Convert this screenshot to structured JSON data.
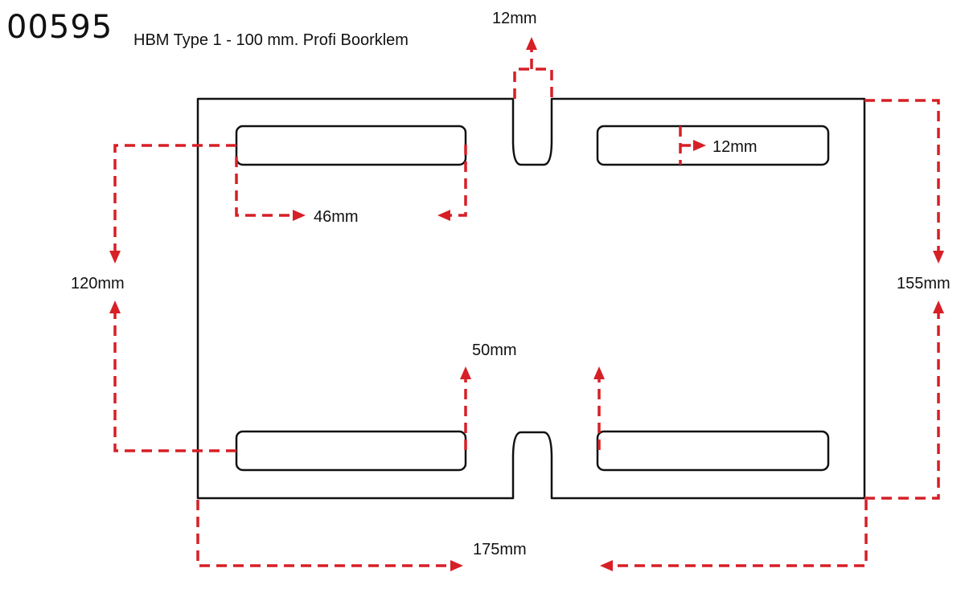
{
  "header": {
    "code": "00595",
    "title": "HBM Type 1 - 100 mm. Profi Boorklem"
  },
  "dimensions": {
    "slot_width_top": "12mm",
    "slot_height": "12mm",
    "slot_length": "46mm",
    "slot_spacing": "120mm",
    "plate_height": "155mm",
    "slot_gap": "50mm",
    "plate_width": "175mm"
  },
  "colors": {
    "outline": "#111111",
    "dimension": "#d71f26"
  }
}
